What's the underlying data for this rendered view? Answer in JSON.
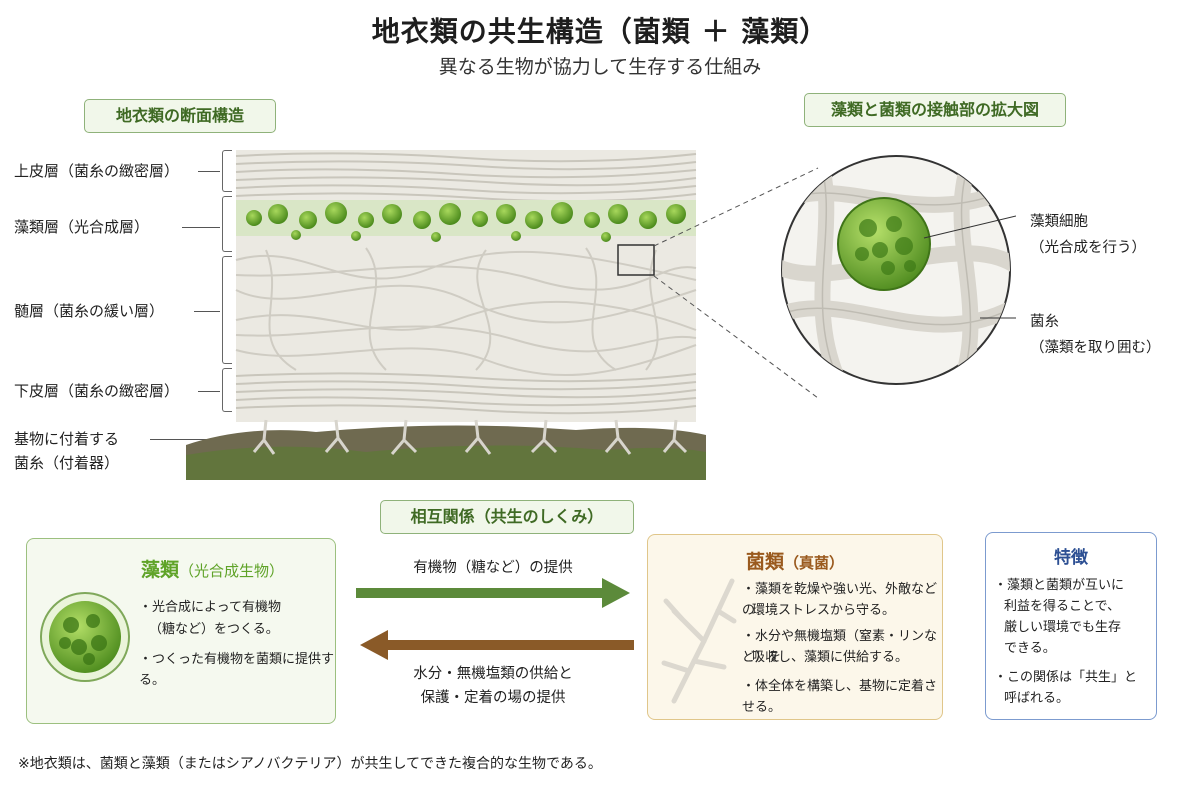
{
  "title": "地衣類の共生構造（菌類 ＋ 藻類）",
  "subtitle": "異なる生物が協力して生存する仕組み",
  "section_tag": "地衣類の断面構造",
  "zoom_tag": "藻類と菌類の接触部の拡大図",
  "layers": [
    "上皮層（菌糸の緻密層）",
    "藻類層（光合成層）",
    "髄層（菌糸の緩い層）",
    "下皮層（菌糸の緻密層）"
  ],
  "rhizine": {
    "line1": "基物に付着する",
    "line2": "菌糸（付着器）"
  },
  "zoom": {
    "algae_cell": "藻類細胞",
    "algae_cell_note": "（光合成を行う）",
    "hypha": "菌糸",
    "hypha_note": "（藻類を取り囲む）"
  },
  "mutual_tag": "相互関係（共生のしくみ）",
  "algae": {
    "name": "藻類",
    "role": "（光合成生物）",
    "bullets": [
      "・光合成によって有機物",
      "（糖など）をつくる。",
      "・つくった有機物を菌類に提供する。"
    ]
  },
  "fungus": {
    "name": "菌類",
    "role": "（真菌）",
    "bullets": [
      "・藻類を乾燥や強い光、外敵などの",
      "環境ストレスから守る。",
      "・水分や無機塩類（窒素・リンなど）を",
      "吸収し、藻類に供給する。",
      "・体全体を構築し、基物に定着させる。"
    ]
  },
  "arrows": {
    "to_fungus": "有機物（糖など）の提供",
    "to_algae_line1": "水分・無機塩類の供給と",
    "to_algae_line2": "保護・定着の場の提供"
  },
  "features": {
    "title": "特徴",
    "bullets": [
      "・藻類と菌類が互いに",
      "利益を得ることで、",
      "厳しい環境でも生存",
      "できる。",
      "・この関係は「共生」と",
      "呼ばれる。"
    ]
  },
  "footnote": "※地衣類は、菌類と藻類（またはシアノバクテリア）が共生してできた複合的な生物である。",
  "colors": {
    "algae_green": "#5fa328",
    "arrow_green": "#5c8a3a",
    "arrow_brown": "#8a5a28",
    "fungus_title": "#9a5a1e",
    "feature_title": "#2c4f93",
    "tag_green": "#3f6a24"
  }
}
